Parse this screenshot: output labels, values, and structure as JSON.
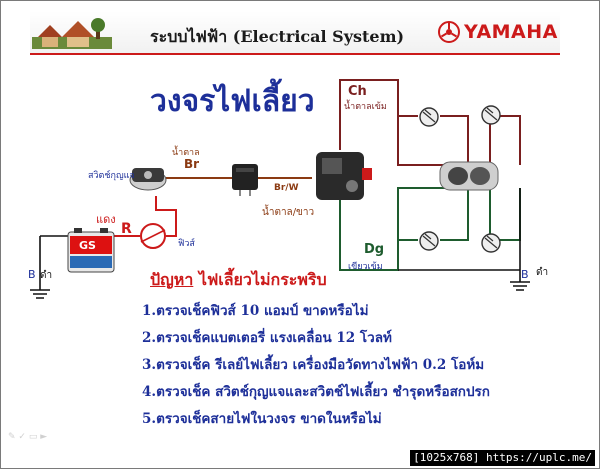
{
  "title": "ระบบไฟฟ้า (Electrical System)",
  "brand": "YAMAHA",
  "heading": "วงจรไฟเลี้ยว",
  "labels": {
    "ignition_switch": "สวิตช์กุญแจ",
    "brown": "น้ำตาล",
    "br": "Br",
    "br_w": "Br/W",
    "brown_white": "น้ำตาล/ขาว",
    "red": "แดง",
    "r": "R",
    "fuse": "ฟิวส์",
    "battery": "GS",
    "b_left": "B",
    "black_left": "ดำ",
    "b_right": "B",
    "black_right": "ดำ",
    "ch": "Ch",
    "dark_brown": "น้ำตาลเข้ม",
    "dg": "Dg",
    "dark_green": "เขียวเข้ม"
  },
  "problem": {
    "title": "ปัญหา",
    "text": "ไฟเลี้ยวไม่กระพริบ"
  },
  "steps": [
    "1.ตรวจเช็คฟิวส์ 10 แอมป์ ขาดหรือไม่",
    "2.ตรวจเช็คแบตเตอรี่ แรงเคลื่อน 12 โวลท์",
    "3.ตรวจเช็ค รีเลย์ไฟเลี้ยว เครื่องมือวัดทางไฟฟ้า 0.2 โอห์ม",
    "4.ตรวจเช็ค สวิตช์กุญแจและสวิตช์ไฟเลี้ยว ชำรุดหรือสกปรก",
    "5.ตรวจเช็คสายไฟในวงจร ขาดในหรือไม่"
  ],
  "watermark": "[1025x768] https://uplc.me/",
  "colors": {
    "title_underline": "#cc1a1a",
    "heading": "#1d2f99",
    "wire_brown": "#8b3a12",
    "wire_red": "#cc1a1a",
    "wire_darkbrown": "#7a1f1f",
    "wire_green": "#1e5c2e"
  }
}
